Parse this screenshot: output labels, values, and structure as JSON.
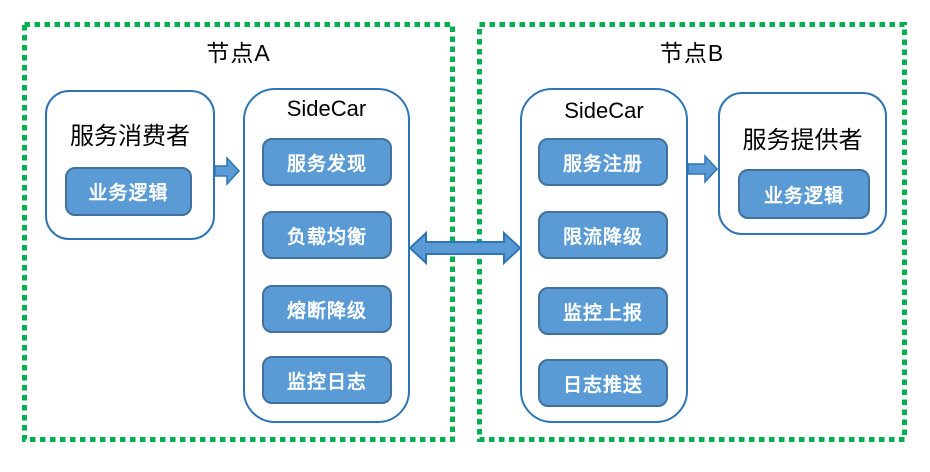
{
  "diagram": {
    "node_a": {
      "title": "节点A",
      "consumer": {
        "label": "服务消费者",
        "chip": "业务逻辑"
      },
      "sidecar": {
        "title": "SideCar",
        "items": [
          "服务发现",
          "负载均衡",
          "熔断降级",
          "监控日志"
        ]
      }
    },
    "node_b": {
      "title": "节点B",
      "sidecar": {
        "title": "SideCar",
        "items": [
          "服务注册",
          "限流降级",
          "监控上报",
          "日志推送"
        ]
      },
      "provider": {
        "label": "服务提供者",
        "chip": "业务逻辑"
      }
    },
    "connectors": {
      "consumer_to_sidecar": "arrow-right",
      "sidecar_to_sidecar": "arrow-both",
      "sidecar_to_provider": "arrow-right"
    },
    "colors": {
      "node_border_green": "#00B050",
      "box_border_blue": "#2E75B6",
      "chip_fill_blue": "#5B9BD5",
      "chip_border_blue": "#41719C",
      "arrow_fill_blue": "#5B9BD5",
      "chip_text": "#FFFFFF",
      "label_text": "#000000",
      "background": "#FFFFFF"
    }
  }
}
